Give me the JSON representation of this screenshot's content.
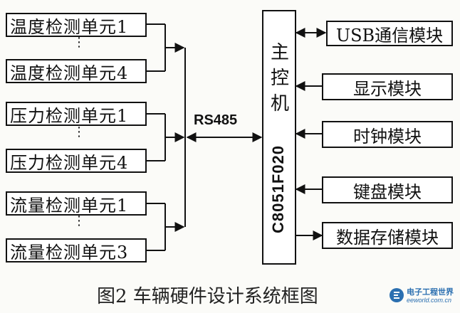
{
  "temperature_units": {
    "first": "温度检测单元1",
    "last": "温度检测单元4"
  },
  "pressure_units": {
    "first": "压力检测单元1",
    "last": "压力检测单元4"
  },
  "flow_units": {
    "first": "流量检测单元1",
    "last": "流量检测单元3"
  },
  "ellipsis_glyph": "⋮",
  "bus_label": "RS485",
  "controller": {
    "name_zh": "主控机",
    "model": "C8051F020"
  },
  "right_modules": [
    "USB通信模块",
    "显示模块",
    "时钟模块",
    "键盘模块",
    "数据存储模块"
  ],
  "caption": "图2  车辆硬件设计系统框图",
  "watermark": {
    "text": "电子工程世界",
    "url": "eeworld.com.cn"
  },
  "colors": {
    "line": "#111111",
    "background": "#fbfbf8",
    "box_fill": "#ffffff",
    "logo_blue": "#2b6fb0"
  }
}
